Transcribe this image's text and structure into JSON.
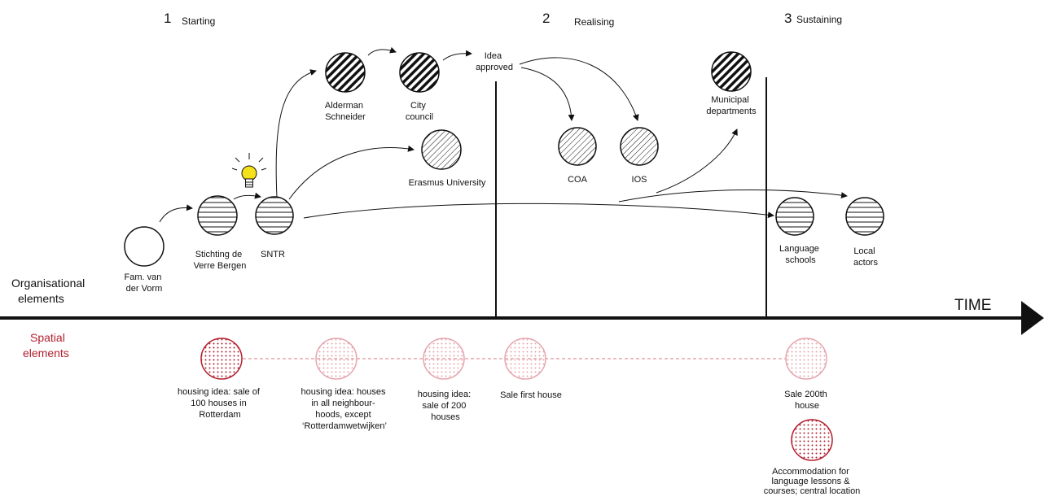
{
  "phases": [
    {
      "number": "1",
      "name": "Starting"
    },
    {
      "number": "2",
      "name": "Realising"
    },
    {
      "number": "3",
      "name": "Sustaining"
    }
  ],
  "axis": {
    "time_label": "TIME",
    "organisational_label": [
      "Organisational",
      "elements"
    ],
    "spatial_label": [
      "Spatial",
      "elements"
    ]
  },
  "actors": [
    {
      "id": "fam",
      "lines": [
        "Fam. van",
        "der Vorm"
      ],
      "fill": "empty"
    },
    {
      "id": "stichting",
      "lines": [
        "Stichting de",
        "Verre Bergen"
      ],
      "fill": "horizontal"
    },
    {
      "id": "sntr",
      "lines": [
        "SNTR"
      ],
      "fill": "horizontal"
    },
    {
      "id": "alderman",
      "lines": [
        "Alderman",
        "Schneider"
      ],
      "fill": "diagonal-bold"
    },
    {
      "id": "council",
      "lines": [
        "City",
        "council"
      ],
      "fill": "diagonal-bold"
    },
    {
      "id": "erasmus",
      "lines": [
        "Erasmus University"
      ],
      "fill": "diagonal-thin"
    },
    {
      "id": "coa",
      "lines": [
        "COA"
      ],
      "fill": "diagonal-thin"
    },
    {
      "id": "ios",
      "lines": [
        "IOS"
      ],
      "fill": "diagonal-thin"
    },
    {
      "id": "municipal",
      "lines": [
        "Municipal",
        "departments"
      ],
      "fill": "diagonal-bold"
    },
    {
      "id": "language",
      "lines": [
        "Language",
        "schools"
      ],
      "fill": "horizontal"
    },
    {
      "id": "local",
      "lines": [
        "Local",
        "actors"
      ],
      "fill": "horizontal"
    }
  ],
  "idea_label": [
    "Idea",
    "approved"
  ],
  "spatial": [
    {
      "id": "s1",
      "lines": [
        "housing idea: sale of",
        "100 houses in",
        "Rotterdam"
      ],
      "style": "dark"
    },
    {
      "id": "s2",
      "lines": [
        "housing idea: houses",
        "in all neighbour-",
        "hoods, except",
        "‘Rotterdamwetwijken’"
      ],
      "style": "light"
    },
    {
      "id": "s3",
      "lines": [
        "housing idea:",
        "sale of 200",
        "houses"
      ],
      "style": "light"
    },
    {
      "id": "s4",
      "lines": [
        "Sale first house"
      ],
      "style": "light"
    },
    {
      "id": "s5",
      "lines": [
        "Sale 200th",
        "house"
      ],
      "style": "light"
    },
    {
      "id": "s6",
      "lines": [
        "Accommodation for",
        "language lessons &",
        "courses; central location"
      ],
      "style": "dark"
    }
  ],
  "colors": {
    "ink": "#111111",
    "accent_red": "#b2202e",
    "light_red": "#e5a6ae",
    "bulb": "#f5e11a"
  },
  "icons": {
    "idea": "lightbulb-icon"
  }
}
